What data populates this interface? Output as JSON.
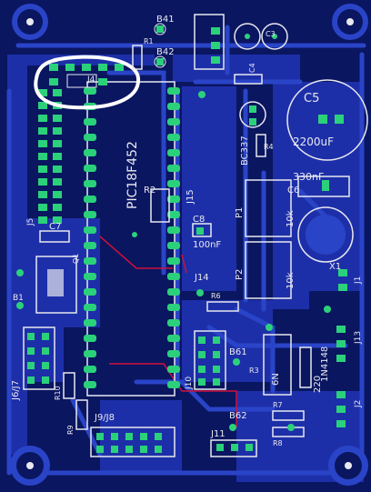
{
  "colors": {
    "board": "#0a1660",
    "copper": "#1d2fa8",
    "copper_light": "#2a44c8",
    "pad": "#2bd17a",
    "silk": "#e8e8f0",
    "red_trace": "#d0103a",
    "highlight": "#ffffff"
  },
  "labels": {
    "mcu": "PIC18F452",
    "b41": "B41",
    "b42": "B42",
    "r1": "R1",
    "j4": "J4",
    "j5": "J5",
    "c5": "C5",
    "c5_value": "2200uF",
    "c4": "C4",
    "c3": "C3",
    "c6": "C6",
    "c6_value": "330nF",
    "c7": "C7",
    "c8": "C8",
    "c8_value": "100nF",
    "bc337": "BC337",
    "r4": "R4",
    "p1": "P1",
    "p2": "P2",
    "pot1": "10k",
    "pot2": "10k",
    "x1": "X1",
    "j1": "J1",
    "j2": "J2",
    "j13": "J13",
    "j14": "J14",
    "j15": "J15",
    "r6": "R6",
    "r2": "R2",
    "b62": "B62",
    "b61": "B61",
    "r3": "R3",
    "j6j7": "J6/J7",
    "j9j8": "J9/J8",
    "j10": "J10",
    "j11": "J11",
    "r9": "R9",
    "r10": "R10",
    "d_6n": "6N",
    "diode": "1N4148",
    "r_220": "220",
    "r7": "R7",
    "r8": "R8",
    "b1": "B1",
    "q1": "Q1"
  }
}
